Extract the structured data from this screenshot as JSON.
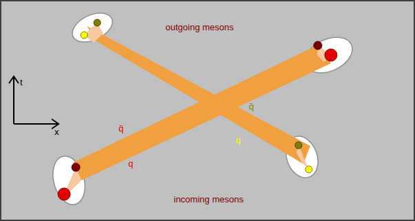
{
  "diagram": {
    "labels": [
      "outgoing mesons",
      "t",
      "x",
      "q̄",
      "q",
      "q̄",
      "q",
      "incoming mesons"
    ]
  }
}
